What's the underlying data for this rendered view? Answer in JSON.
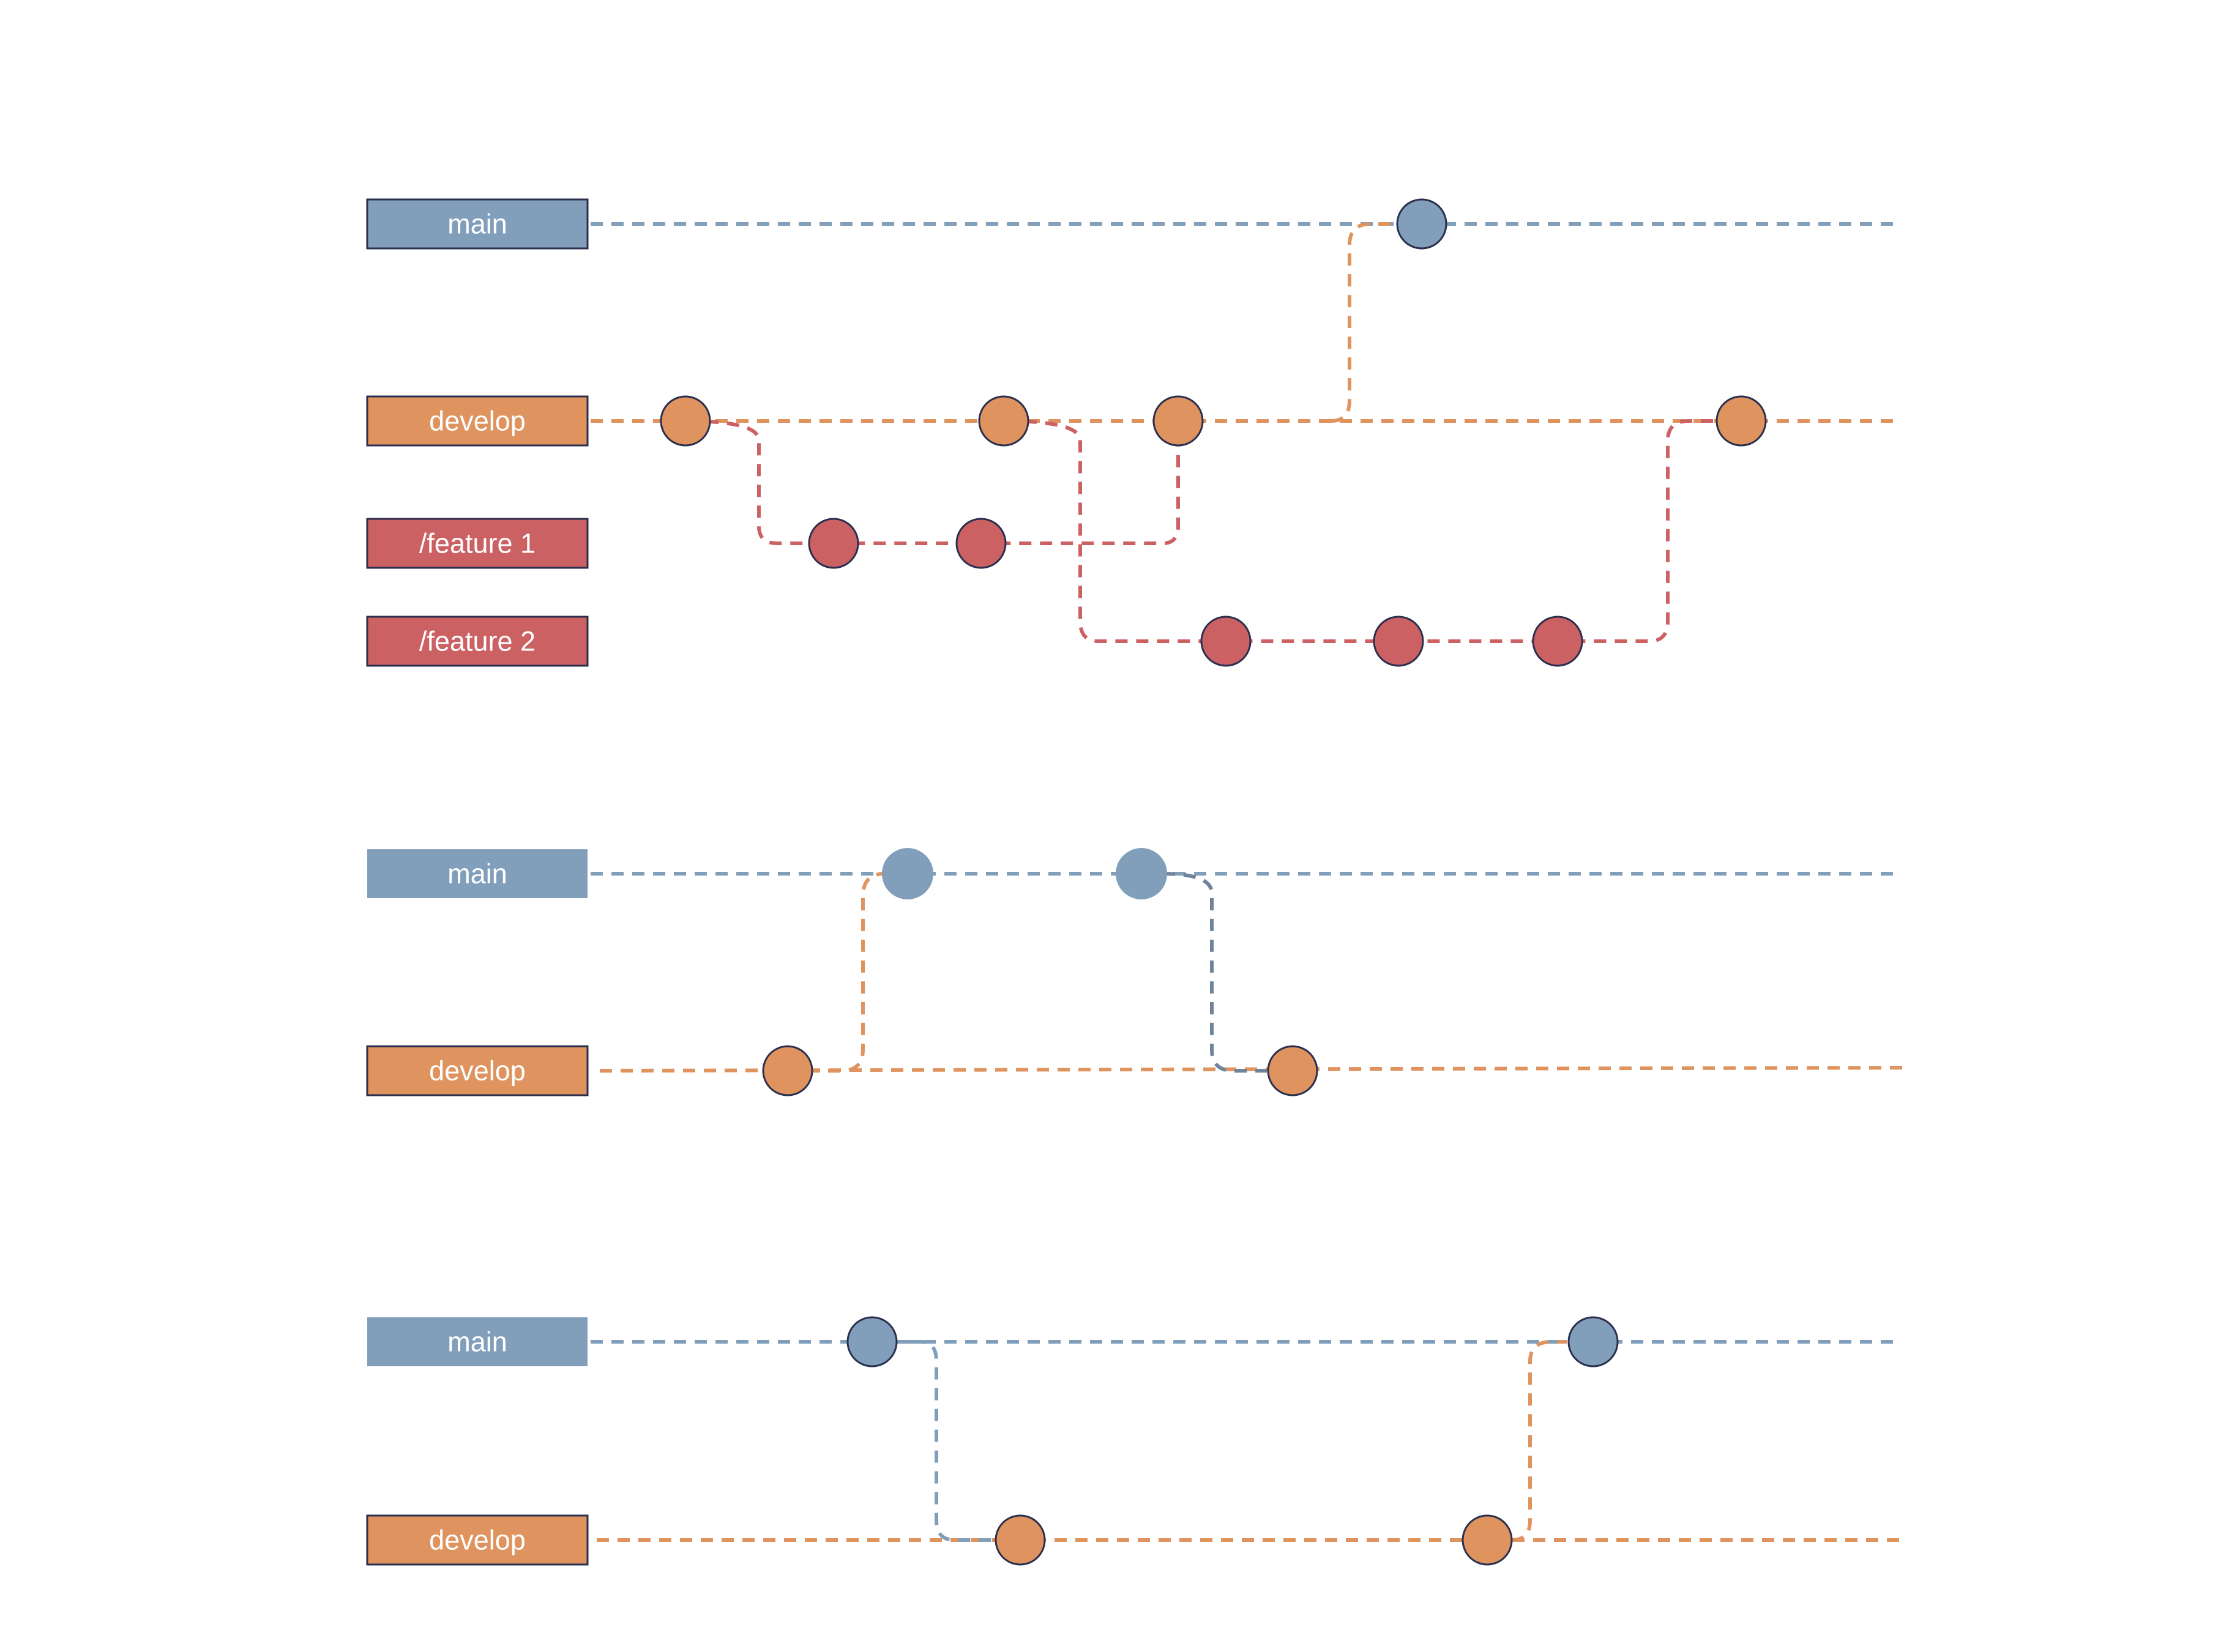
{
  "colors": {
    "main": "#819fbb",
    "develop": "#df935e",
    "feature": "#cc6164",
    "outline": "#2a2e4f",
    "background": "#ffffff"
  },
  "diagrams": [
    {
      "id": "gitflow-features",
      "branches": [
        {
          "id": "main",
          "label": "main",
          "color_key": "main"
        },
        {
          "id": "develop",
          "label": "develop",
          "color_key": "develop"
        },
        {
          "id": "feature1",
          "label": "/feature 1",
          "color_key": "feature"
        },
        {
          "id": "feature2",
          "label": "/feature 2",
          "color_key": "feature"
        }
      ]
    },
    {
      "id": "release-flow",
      "branches": [
        {
          "id": "main",
          "label": "main",
          "color_key": "main"
        },
        {
          "id": "develop",
          "label": "develop",
          "color_key": "develop"
        }
      ]
    },
    {
      "id": "hotfix-flow",
      "branches": [
        {
          "id": "main",
          "label": "main",
          "color_key": "main"
        },
        {
          "id": "develop",
          "label": "develop",
          "color_key": "develop"
        }
      ]
    }
  ]
}
